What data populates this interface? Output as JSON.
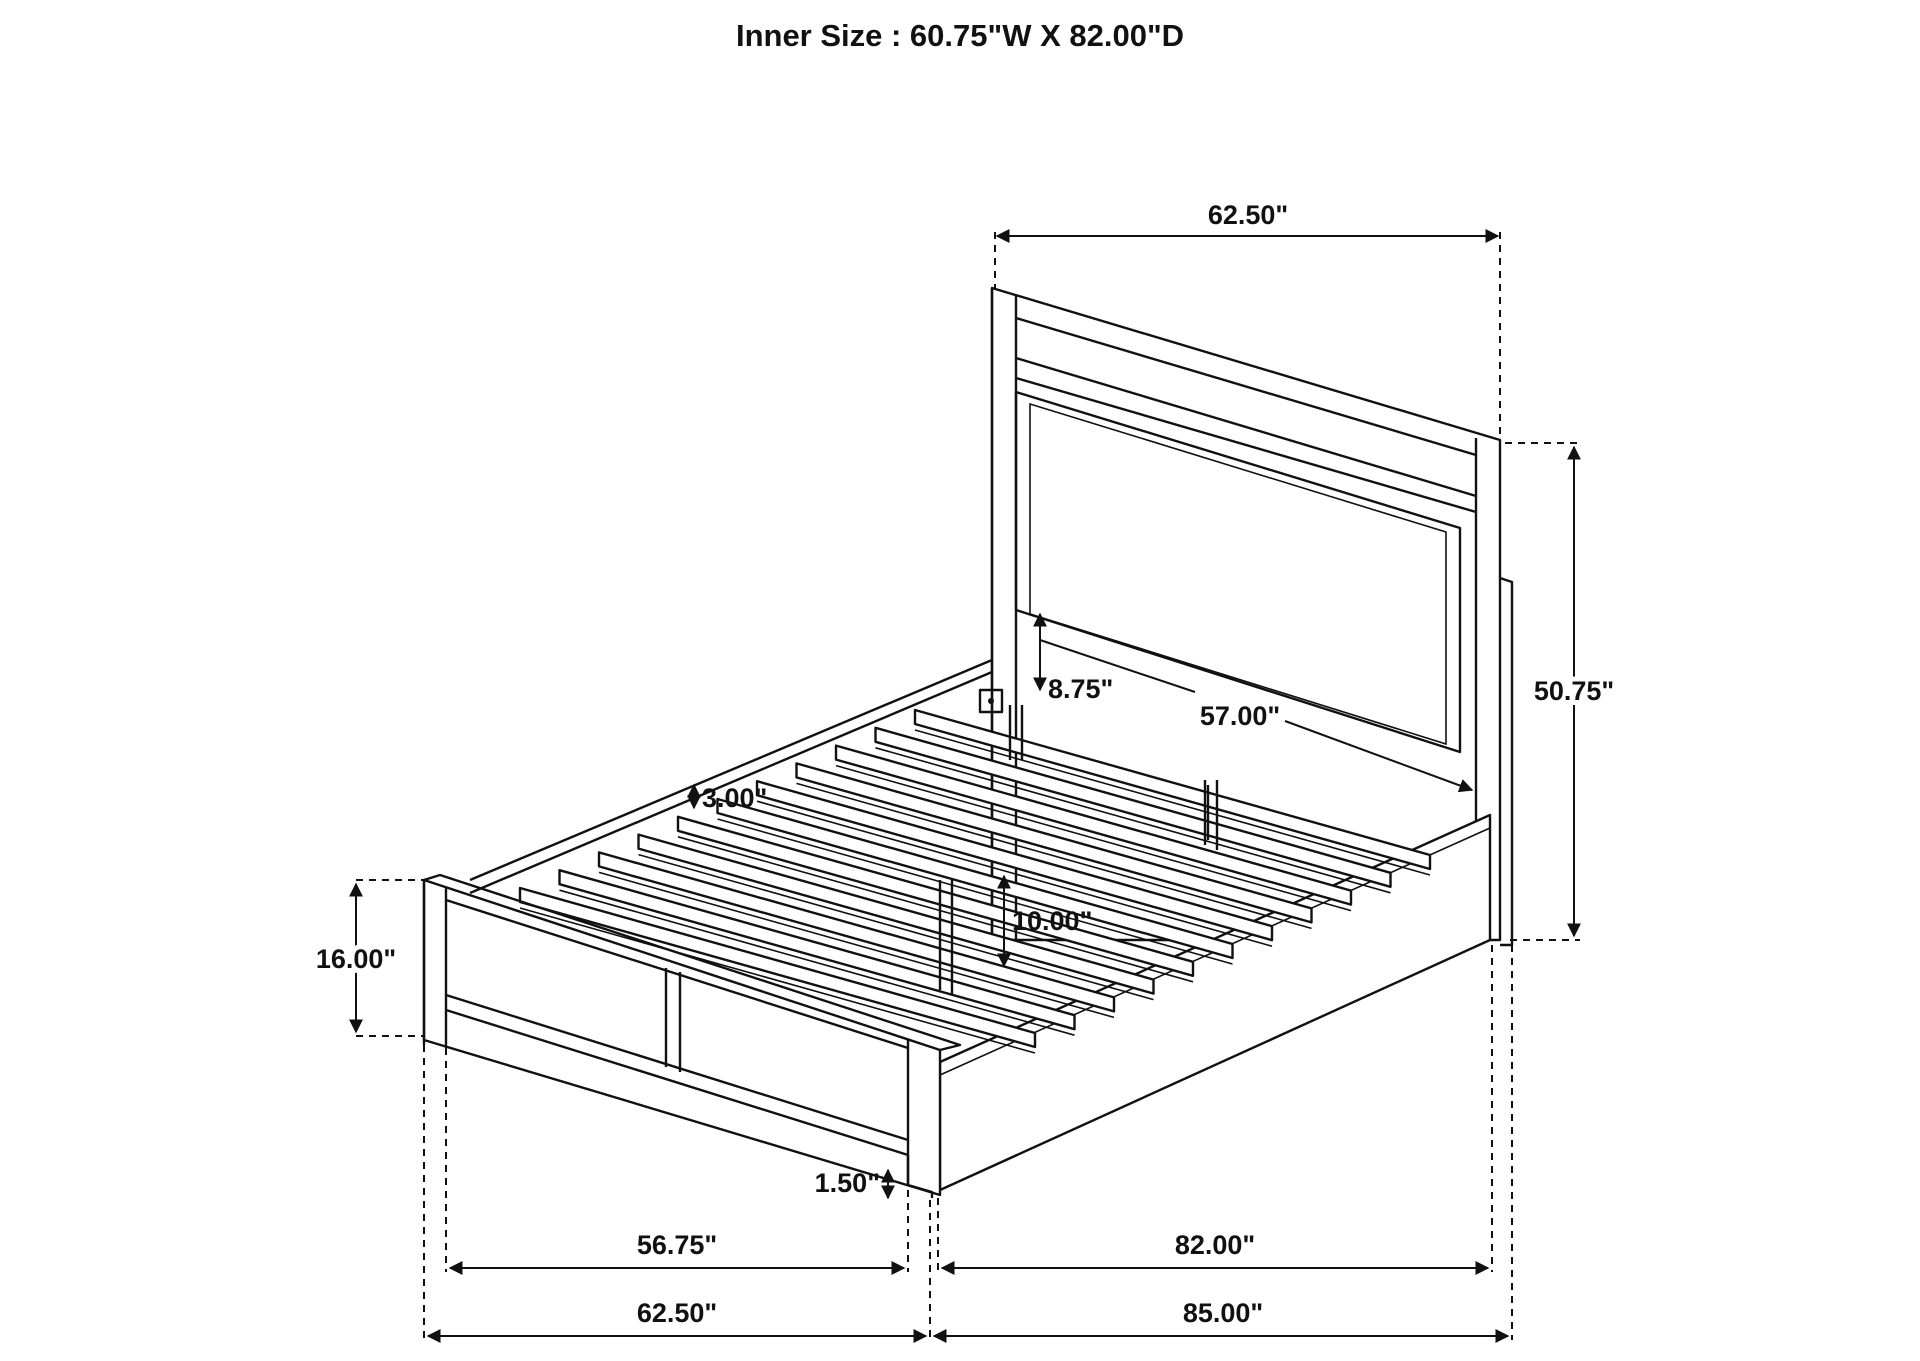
{
  "title": "Inner Size : 60.75\"W X 82.00\"D",
  "dimensions": {
    "headboard_width": "62.50\"",
    "headboard_height": "50.75\"",
    "slat_clearance": "8.75\"",
    "slat_span": "57.00\"",
    "slat_spacing": "3.00\"",
    "rail_height": "10.00\"",
    "footboard_height": "16.00\"",
    "leg_height": "1.50\"",
    "inner_width": "56.75\"",
    "inner_length": "82.00\"",
    "overall_width": "62.50\"",
    "overall_length": "85.00\""
  }
}
